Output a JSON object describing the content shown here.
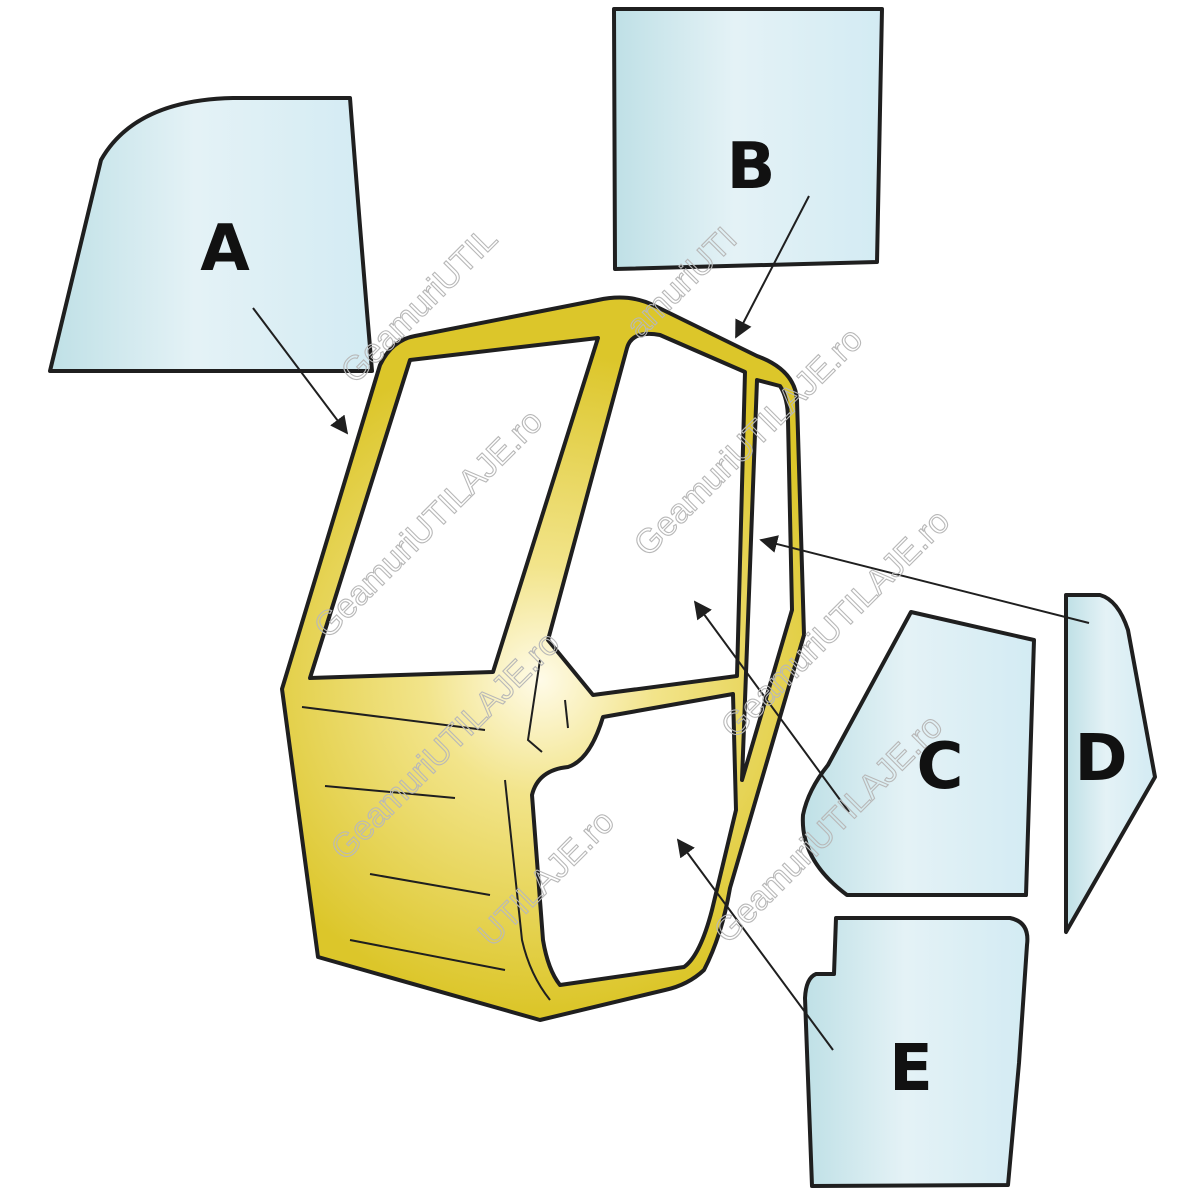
{
  "diagram": {
    "labels": {
      "a": "A",
      "b": "B",
      "c": "C",
      "d": "D",
      "e": "E"
    },
    "watermark": "GeamuriUTILAJE.ro",
    "watermark_fragment_1": "GeamuriUTIL",
    "watermark_fragment_2": "amuriUTI",
    "watermark_fragment_3": "UTILAJE.ro"
  },
  "colors": {
    "glass": "#d4ecf4",
    "frame": "#dcc62a",
    "frame_highlight": "#fffbe8",
    "outline": "#1f1f1f",
    "watermark": "#b8b8b8"
  }
}
